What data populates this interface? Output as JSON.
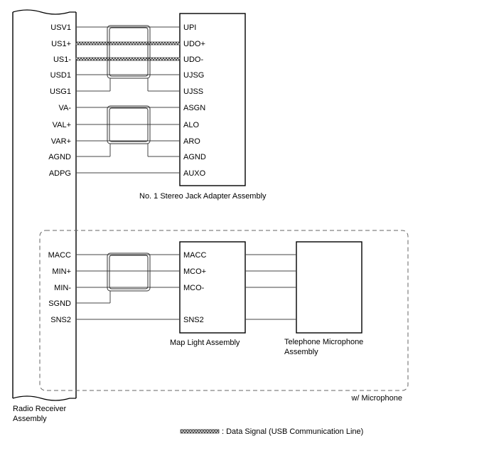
{
  "radio_receiver": {
    "label_line1": "Radio Receiver",
    "label_line2": "Assembly",
    "pins_upper": [
      "USV1",
      "US1+",
      "US1-",
      "USD1",
      "USG1",
      "VA-",
      "VAL+",
      "VAR+",
      "AGND",
      "ADPG"
    ],
    "pins_lower": [
      "MACC",
      "MIN+",
      "MIN-",
      "SGND",
      "SNS2"
    ]
  },
  "jack_adapter": {
    "title": "No. 1 Stereo Jack Adapter Assembly",
    "pins": [
      "UPI",
      "UDO+",
      "UDO-",
      "UJSG",
      "UJSS",
      "ASGN",
      "ALO",
      "ARO",
      "AGND",
      "AUXO"
    ]
  },
  "map_light": {
    "title": "Map Light Assembly",
    "pins": [
      "MACC",
      "MCO+",
      "MCO-",
      "SNS2"
    ]
  },
  "telephone_mic": {
    "title_line1": "Telephone Microphone",
    "title_line2": "Assembly"
  },
  "option_group": {
    "label": "w/ Microphone"
  },
  "legend": {
    "data_signal_label": ": Data Signal (USB Communication Line)"
  }
}
